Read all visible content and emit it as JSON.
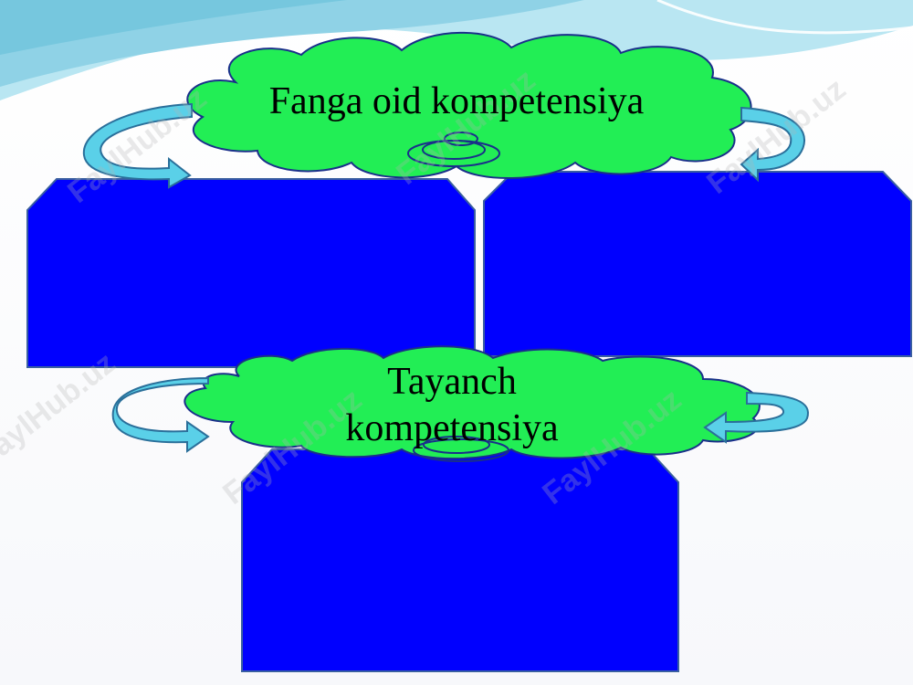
{
  "slide": {
    "cloud_top_label": "Fanga oid  kompetensiya",
    "cloud_bottom_line1": "Tayanch",
    "cloud_bottom_line2": "kompetensiya",
    "watermark_text": "FaylHub.uz"
  },
  "colors": {
    "cloud_fill": "#22ee55",
    "cloud_stroke": "#1a2f8a",
    "box_fill": "#0000ff",
    "box_stroke": "#3a5fa0",
    "arrow_fill": "#5ad0e8",
    "arrow_stroke": "#2a6f9a",
    "header_wave": "#9fdcec"
  }
}
